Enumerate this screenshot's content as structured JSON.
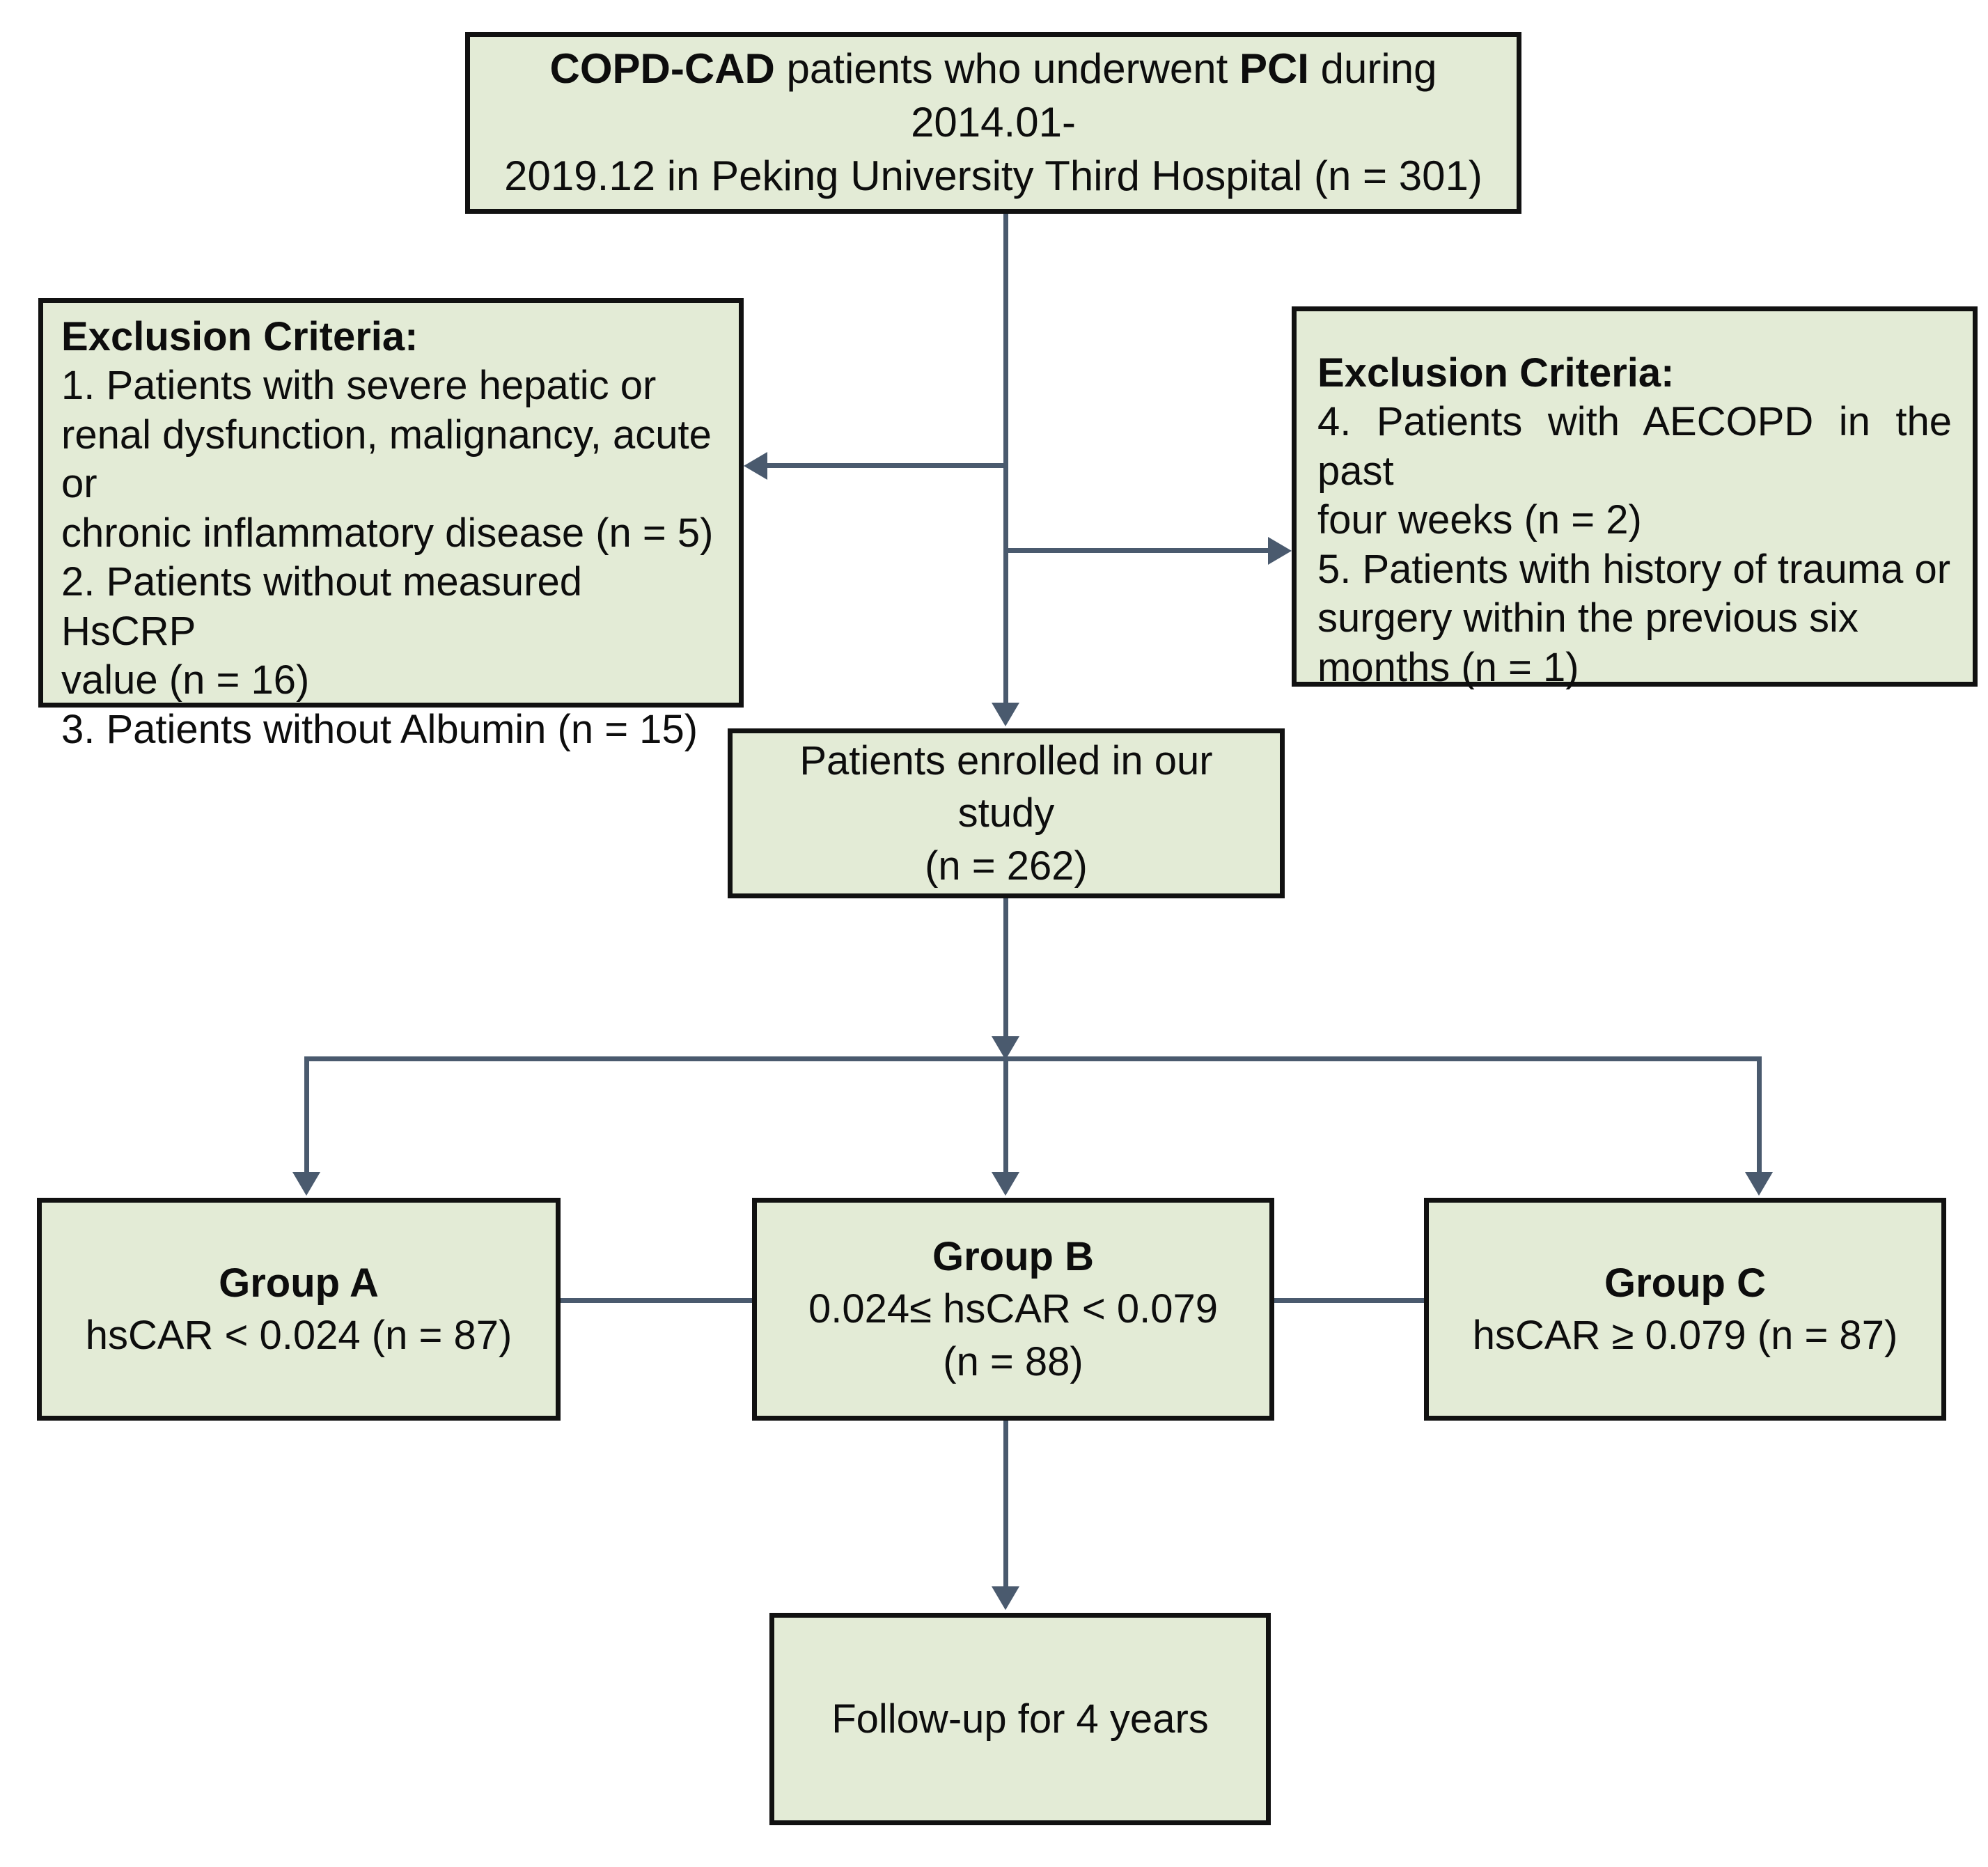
{
  "diagram": {
    "title": "Study population flow diagram",
    "colors": {
      "box_fill": "#e3ebd6",
      "box_border": "#111111",
      "connector": "#4a5a6e",
      "text": "#0d0d0d",
      "background": "#ffffff"
    }
  },
  "source_box": {
    "name": "source-population",
    "line1_bold1": "COPD-CAD",
    "line1_mid": " patients who underwent ",
    "line1_bold2": "PCI",
    "line1_tail": " during 2014.01-",
    "line2": "2019.12 in Peking University Third Hospital  (n = 301)",
    "n": 301
  },
  "exclusion_left": {
    "name": "exclusion-criteria-left",
    "heading": "Exclusion Criteria:",
    "items": [
      "1. Patients with severe hepatic or",
      "renal dysfunction, malignancy, acute or",
      "chronic inflammatory disease  (n = 5)",
      "2. Patients without measured HsCRP",
      "value (n = 16)",
      "3. Patients without Albumin (n = 15)"
    ],
    "counts": [
      5,
      16,
      15
    ]
  },
  "exclusion_right": {
    "name": "exclusion-criteria-right",
    "heading": "Exclusion Criteria:",
    "items": [
      "4. Patients with AECOPD in the past",
      "four weeks (n = 2)",
      "5. Patients with history of trauma or",
      "surgery within the previous six",
      "months (n = 1)"
    ],
    "counts": [
      2,
      1
    ]
  },
  "enrolled_box": {
    "name": "enrolled-patients",
    "line1": "Patients enrolled in our study",
    "line2": "(n = 262)",
    "n": 262
  },
  "groups": [
    {
      "name": "group-a",
      "title": "Group A",
      "criterion": "hsCAR < 0.024 (n = 87)",
      "n": 87
    },
    {
      "name": "group-b",
      "title": "Group B",
      "criterion": "0.024≤ hsCAR < 0.079",
      "count_line": "(n = 88)",
      "n": 88
    },
    {
      "name": "group-c",
      "title": "Group C",
      "criterion": "hsCAR  ≥ 0.079 (n = 87)",
      "n": 87
    }
  ],
  "followup_box": {
    "name": "follow-up",
    "label": "Follow-up for 4 years"
  }
}
